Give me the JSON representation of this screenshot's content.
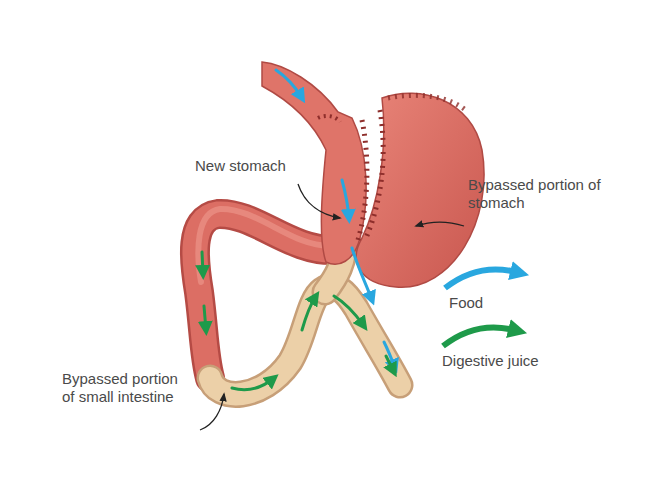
{
  "diagram": {
    "labels": [
      "New stomach",
      "Bypassed portion of stomach",
      "Bypassed portion of small intestine"
    ],
    "legend": [
      {
        "text": "Food"
      },
      {
        "text": "Digestive juice"
      }
    ]
  }
}
